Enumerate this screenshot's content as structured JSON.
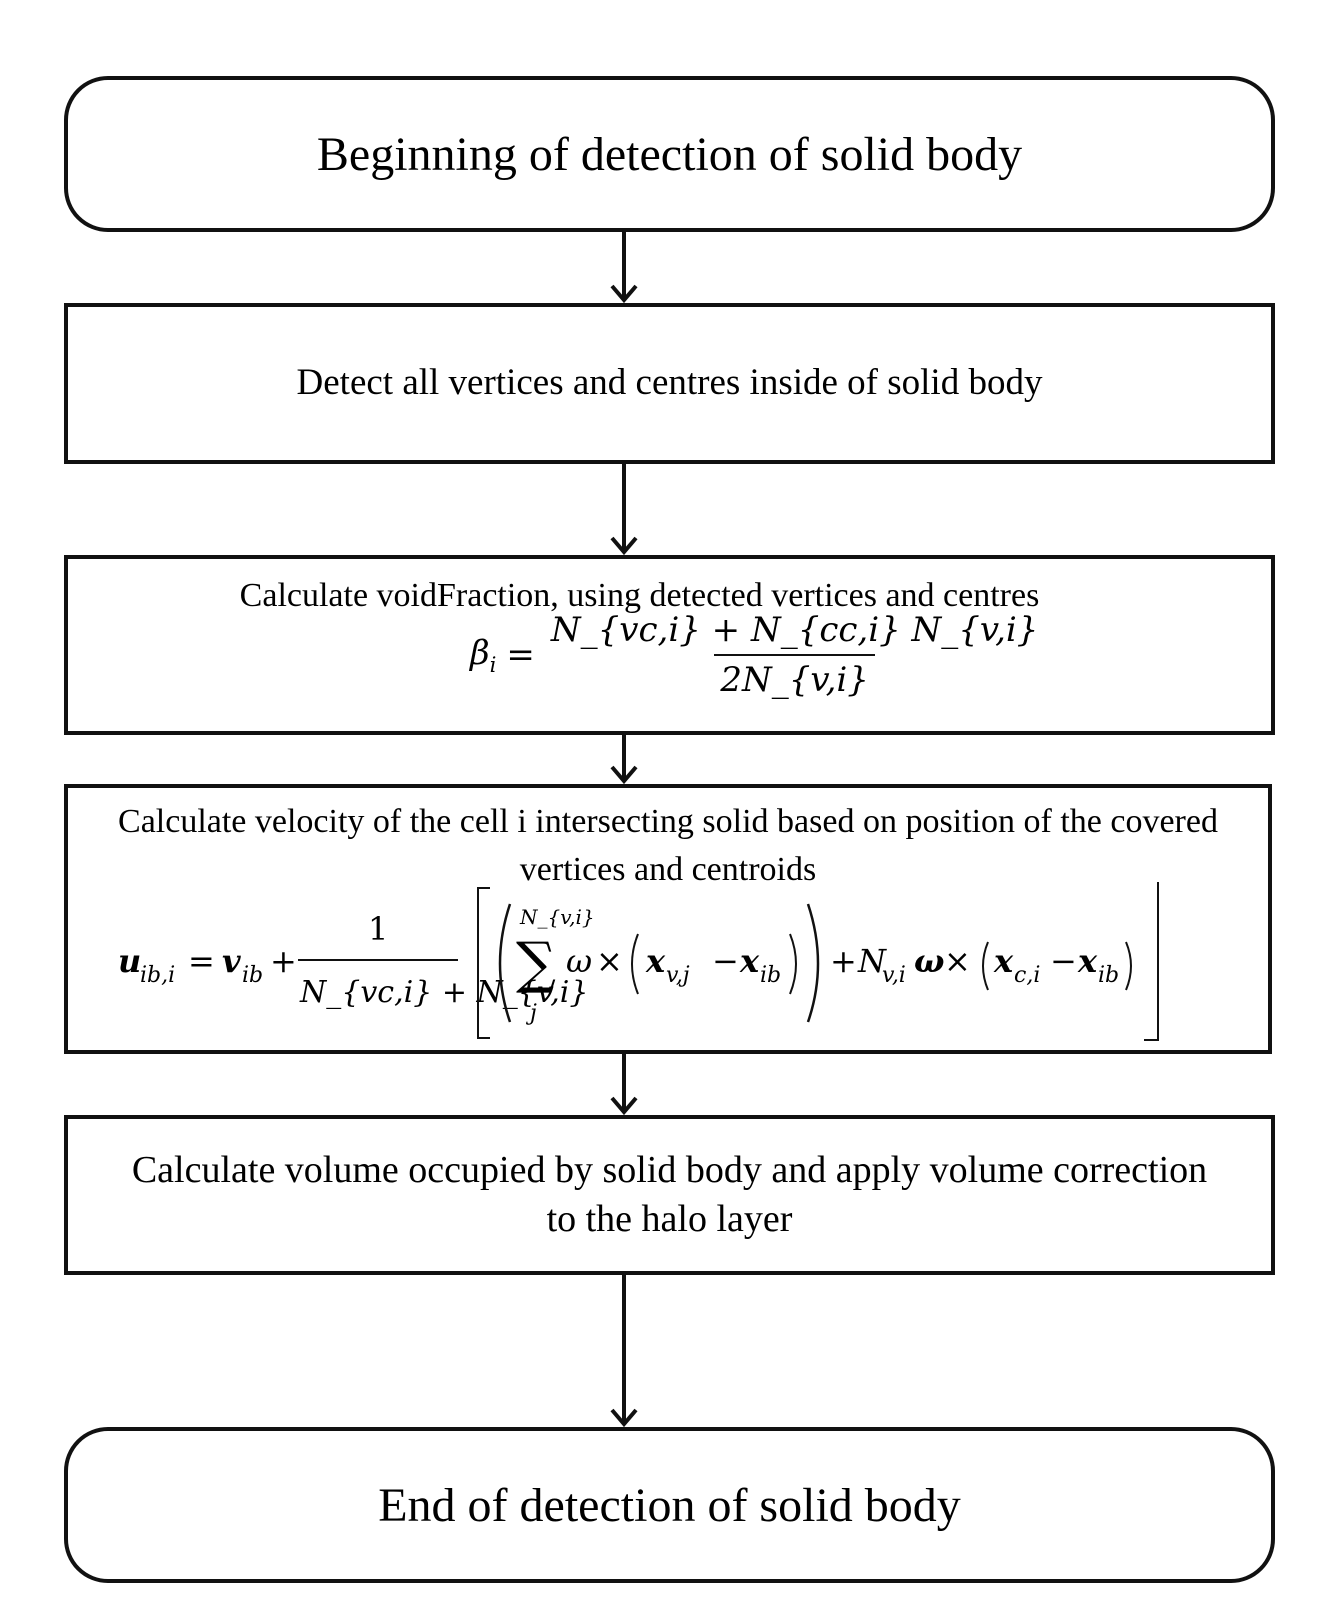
{
  "nodes": {
    "start": "Beginning of detection of solid body",
    "detect": "Detect all vertices and centres inside of solid body",
    "void_fraction": "Calculate voidFraction, using detected vertices and centres",
    "velocity": "Calculate velocity of the cell i intersecting solid  based on position of the covered vertices and centroids",
    "volume": "Calculate volume occupied by solid body and apply volume correction to the halo layer",
    "end": "End of detection of solid body"
  },
  "formulas": {
    "beta": {
      "lhs": "β",
      "lhs_sub": "i",
      "eq": "=",
      "numerator": "N_{vc,i} + N_{cc,i} N_{v,i}",
      "denominator": "2N_{v,i}"
    },
    "velocity": {
      "lhs": "u",
      "lhs_sub": "ib,i",
      "eq": "=",
      "term1": "v",
      "term1_sub": "ib",
      "plus": "+",
      "frac_num": "1",
      "frac_den": "N_{vc,i} + N_{v,i}",
      "sum_upper": "N_{v,i}",
      "sum_lower": "j",
      "omega": "ω",
      "times": "×",
      "x1": "x",
      "x1_sub": "v,j",
      "minus": "−",
      "x2": "x",
      "x2_sub": "ib",
      "n2": "N",
      "n2_sub": "v,i",
      "omega_bold": "ω",
      "x3": "x",
      "x3_sub": "c,i",
      "x4": "x",
      "x4_sub": "ib"
    }
  }
}
